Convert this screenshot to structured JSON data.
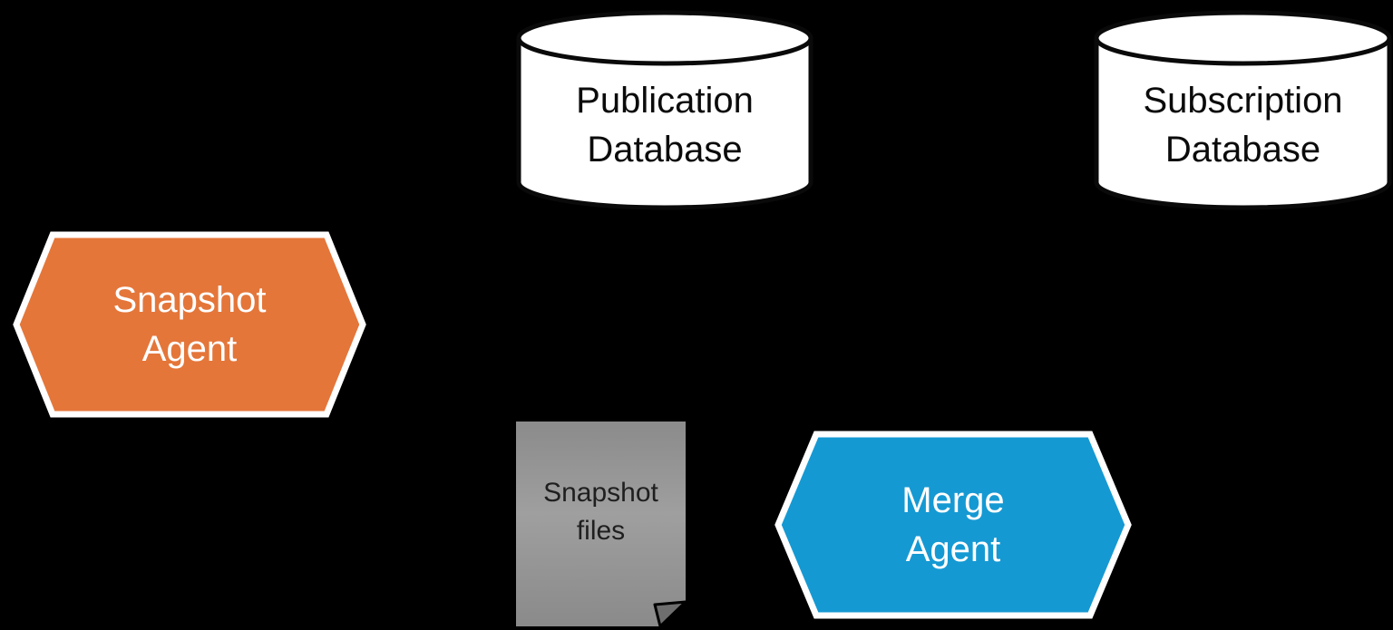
{
  "diagram": {
    "background_color": "#000000",
    "nodes": {
      "publication_database": {
        "shape": "cylinder",
        "lines": [
          "Publication",
          "Database"
        ],
        "fill": "#ffffff",
        "stroke": "#000000",
        "text_color": "#0b0b0b"
      },
      "subscription_database": {
        "shape": "cylinder",
        "lines": [
          "Subscription",
          "Database"
        ],
        "fill": "#ffffff",
        "stroke": "#000000",
        "text_color": "#0b0b0b"
      },
      "snapshot_agent": {
        "shape": "hexagon",
        "lines": [
          "Snapshot",
          "Agent"
        ],
        "fill": "#e4763a",
        "stroke": "#ffffff",
        "text_color": "#ffffff"
      },
      "merge_agent": {
        "shape": "hexagon",
        "lines": [
          "Merge",
          "Agent"
        ],
        "fill": "#1599d3",
        "stroke": "#ffffff",
        "text_color": "#ffffff"
      },
      "snapshot_files": {
        "shape": "document",
        "lines": [
          "Snapshot",
          "files"
        ],
        "fill": "#999999",
        "fold_fill": "#6e6e6e",
        "text_color": "#1f1f1f"
      }
    }
  }
}
